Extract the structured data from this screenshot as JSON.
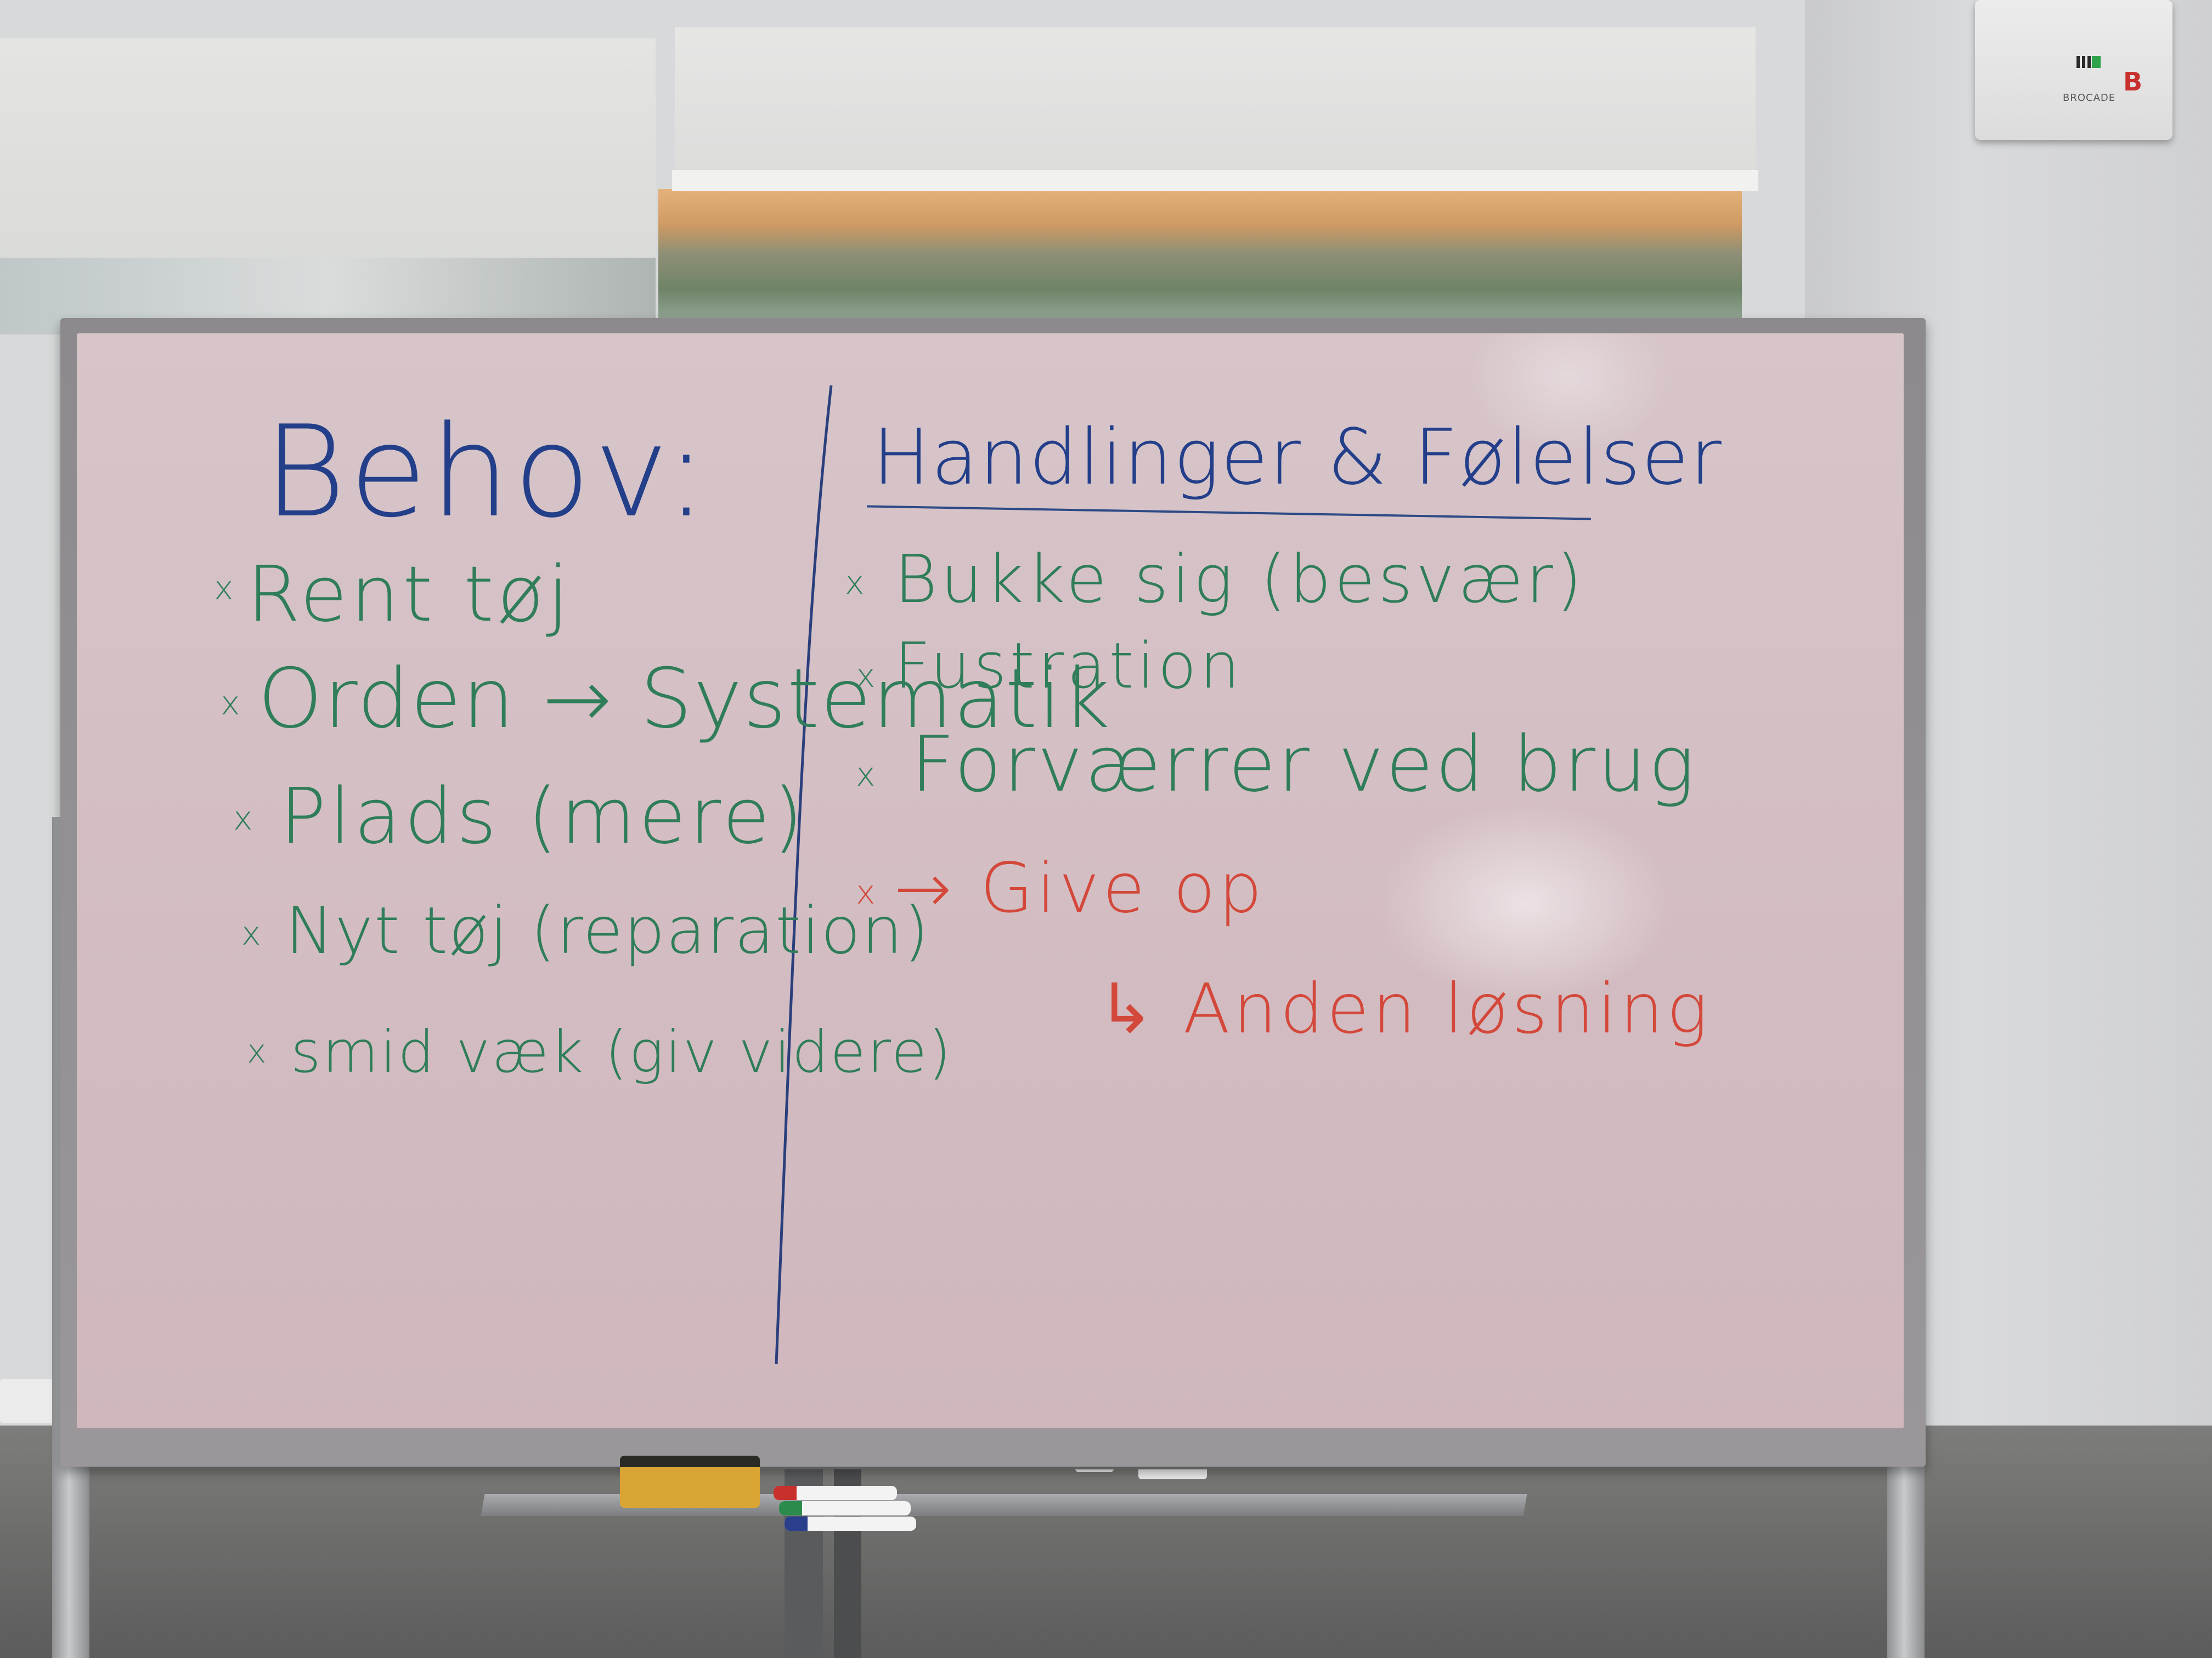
{
  "scene": {
    "router_brand": "BROCADE",
    "colors": {
      "board": "#d7c5c9",
      "blue_marker": "#233f8a",
      "green_marker": "#2f7d59",
      "red_marker": "#d3483a"
    }
  },
  "whiteboard": {
    "left_column": {
      "heading": "Behov:",
      "items": [
        {
          "bullet": "x",
          "text": "Rent tøj"
        },
        {
          "bullet": "x",
          "text": "Orden → Systematik"
        },
        {
          "bullet": "x",
          "text": "Plads (mere)"
        },
        {
          "bullet": "x",
          "text": "Nyt tøj (reparation)"
        },
        {
          "bullet": "x",
          "text": "smid væk (giv videre)"
        }
      ]
    },
    "right_column": {
      "heading": "Handlinger & Følelser",
      "items": [
        {
          "bullet": "x",
          "text": "Bukke sig (besvær)"
        },
        {
          "bullet": "x",
          "text": "Fustration"
        },
        {
          "bullet": "x",
          "text": "Forværrer ved brug"
        }
      ],
      "red_items": [
        {
          "bullet": "x",
          "text": "→ Give op"
        },
        {
          "bullet": "",
          "text": "↳ Anden løsning"
        }
      ]
    }
  }
}
